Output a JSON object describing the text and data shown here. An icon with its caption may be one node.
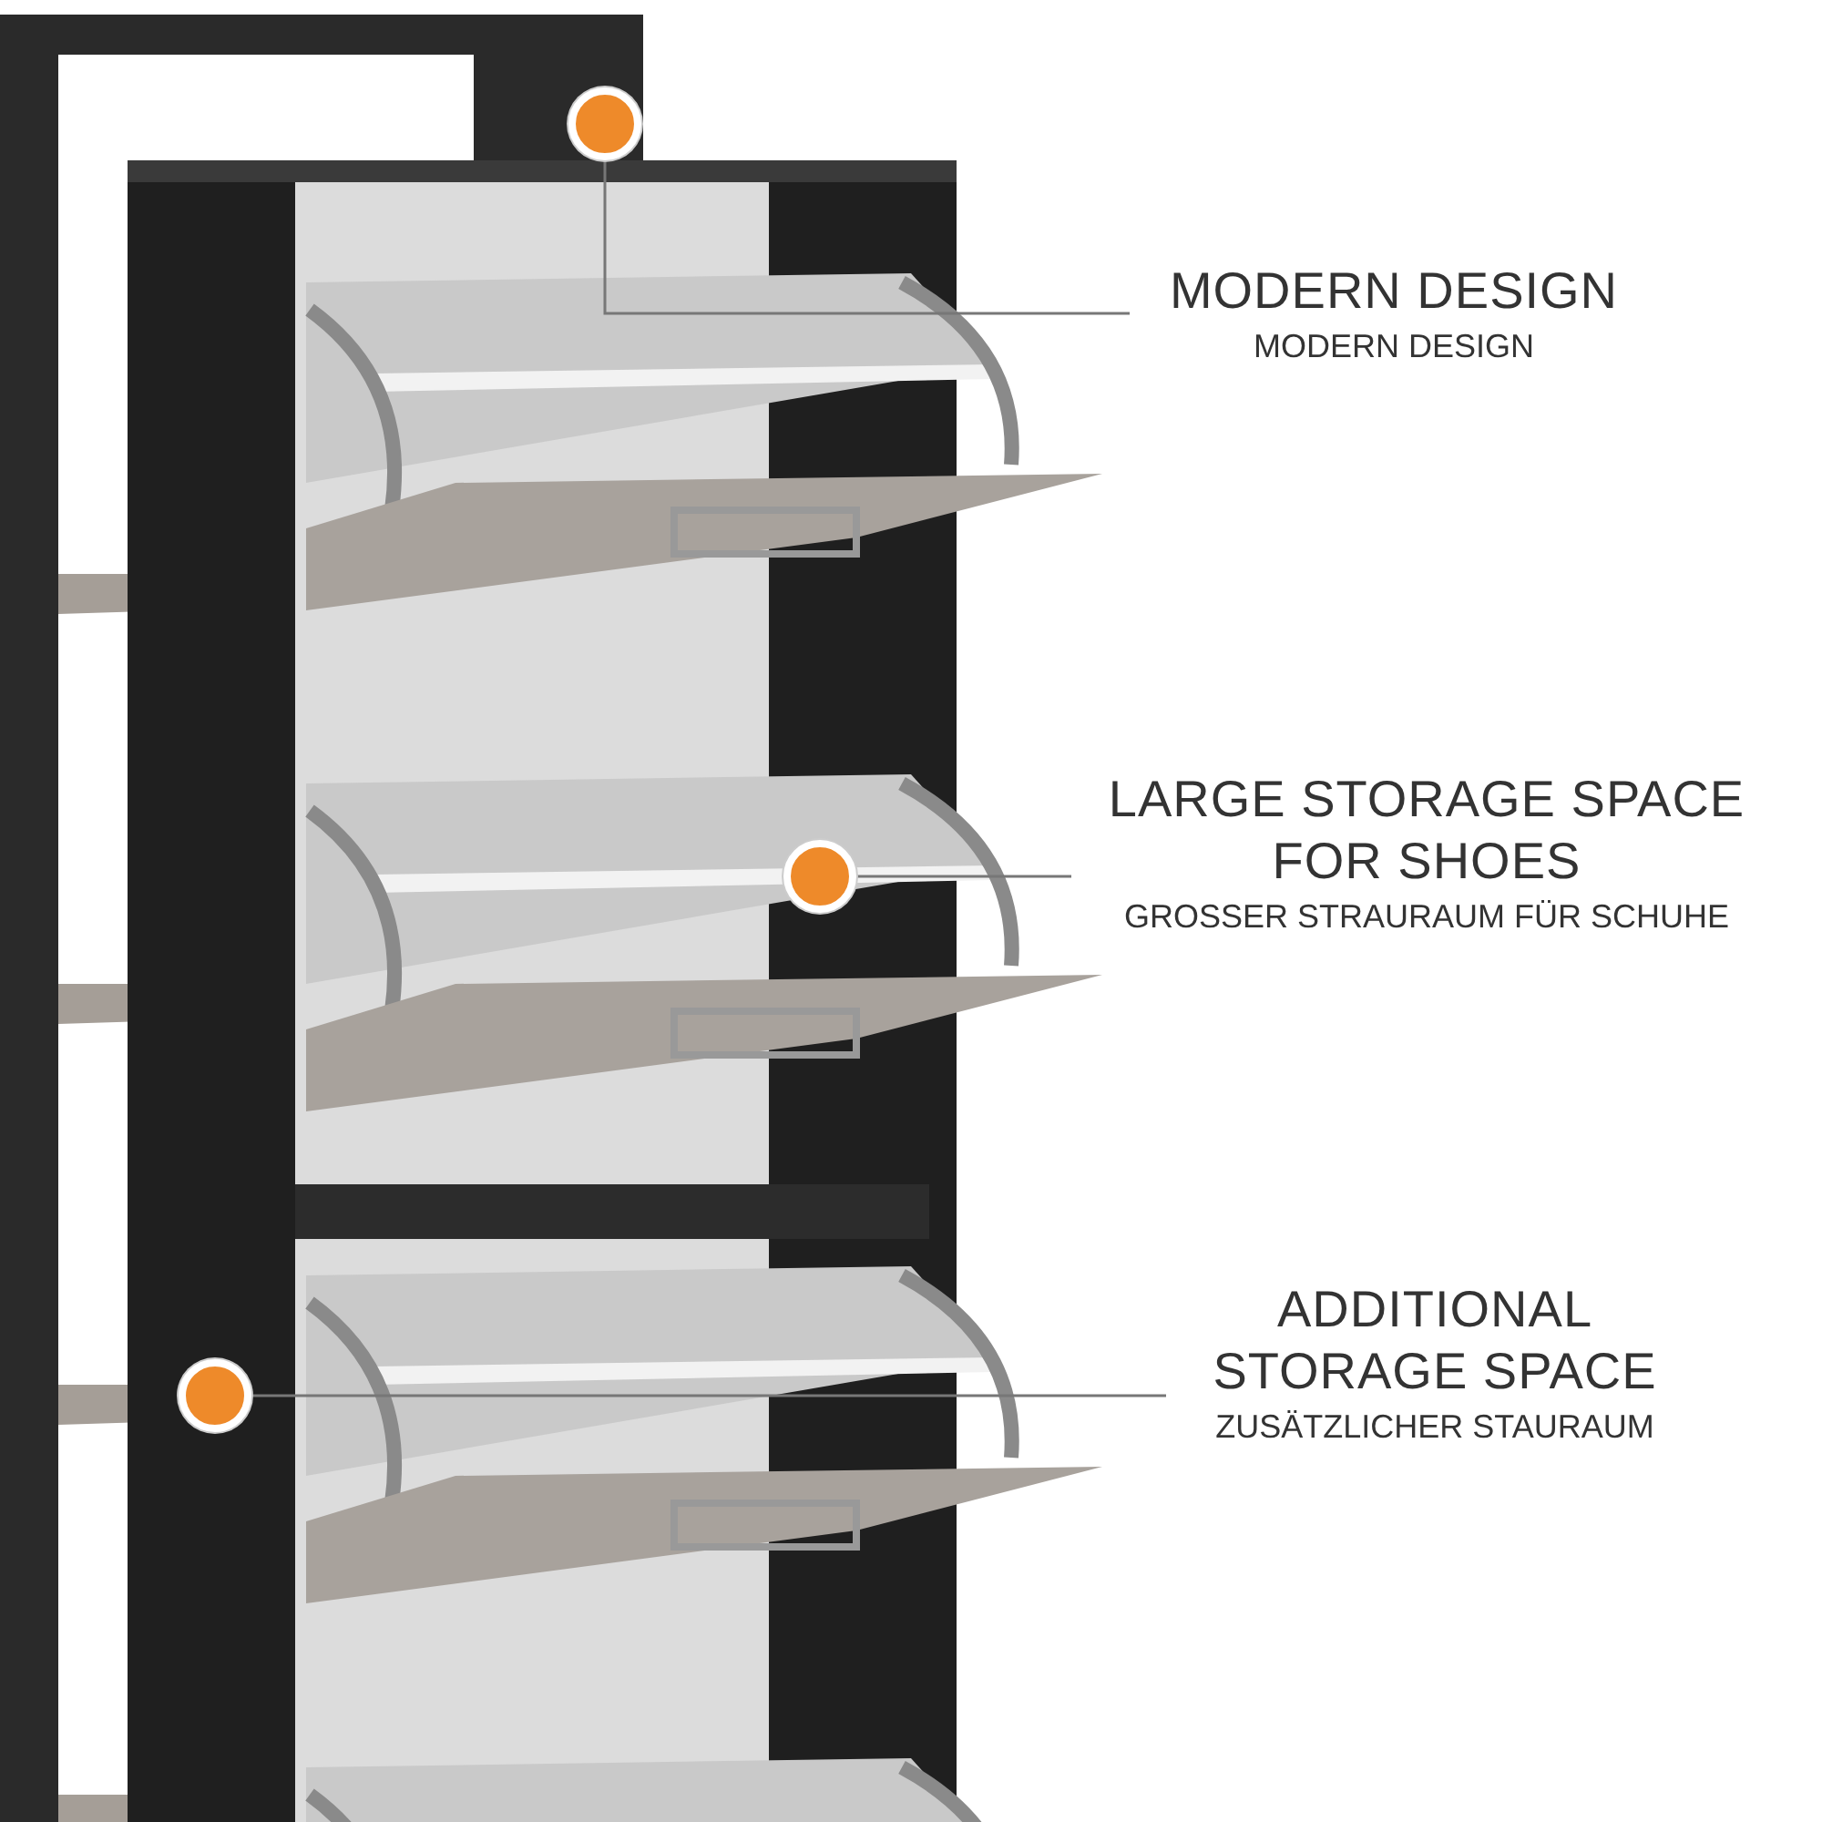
{
  "diagram": {
    "nodes": [
      {
        "text": [],
        "shape": "circle"
      },
      {
        "text": [
          "MODERN DESIGN",
          "MODERN DESIGN"
        ]
      },
      {
        "text": [],
        "shape": "circle"
      },
      {
        "text": [
          "LARGE STORAGE SPACE FOR SHOES",
          "GROSSER STRAURAUM FÜR SCHUHE"
        ]
      },
      {
        "text": [],
        "shape": "circle"
      },
      {
        "text": [
          "ADDITIONAL STORAGE SPACE",
          "ZUSÄTZLICHER STAURAUM"
        ]
      }
    ],
    "edges": [
      {
        "from": 1,
        "to": 0,
        "arrow": "none"
      },
      {
        "from": 3,
        "to": 2,
        "arrow": "none"
      },
      {
        "from": 5,
        "to": 4,
        "arrow": "none"
      }
    ]
  }
}
